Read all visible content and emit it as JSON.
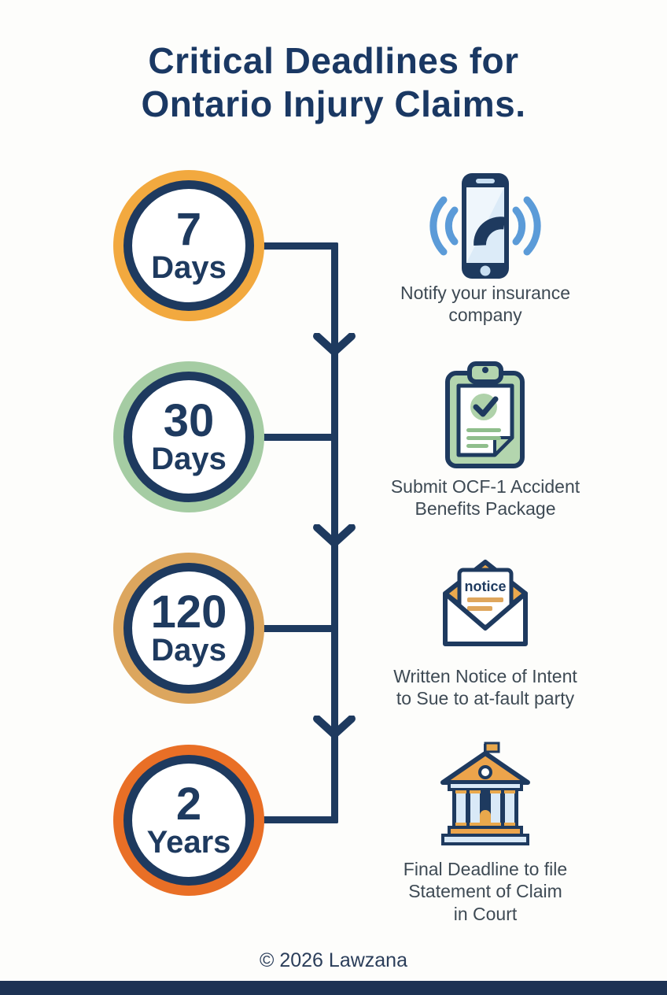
{
  "title": "Critical Deadlines for\nOntario Injury Claims.",
  "timeline": {
    "steps": [
      {
        "number": "7",
        "unit": "Days",
        "ring_color": "#f2a93f",
        "icon": "ringing-phone-icon",
        "caption": "Notify your insurance\ncompany"
      },
      {
        "number": "30",
        "unit": "Days",
        "ring_color": "#a5cca3",
        "icon": "clipboard-check-icon",
        "caption": "Submit OCF-1 Accident\nBenefits Package"
      },
      {
        "number": "120",
        "unit": "Days",
        "ring_color": "#dca65e",
        "icon": "notice-envelope-icon",
        "caption": "Written Notice of Intent\nto Sue to at-fault party"
      },
      {
        "number": "2",
        "unit": "Years",
        "ring_color": "#e96f26",
        "icon": "courthouse-icon",
        "caption": "Final Deadline to file\nStatement of Claim\nin Court"
      }
    ],
    "envelope_label": "notice"
  },
  "footer": {
    "copyright": "© 2026 Lawzana"
  },
  "colors": {
    "navy": "#1e3a5f",
    "title_navy": "#1a3863",
    "caption_gray": "#3e4a54",
    "wave_blue": "#5b9bd8",
    "screen_blue": "#dcebf8",
    "clipboard_green": "#b3d5ae",
    "envelope_orange": "#eca94d",
    "courthouse_orange": "#eca44b",
    "light_blue": "#d9e9f7",
    "bottom_bar_navy": "#1d3254"
  }
}
